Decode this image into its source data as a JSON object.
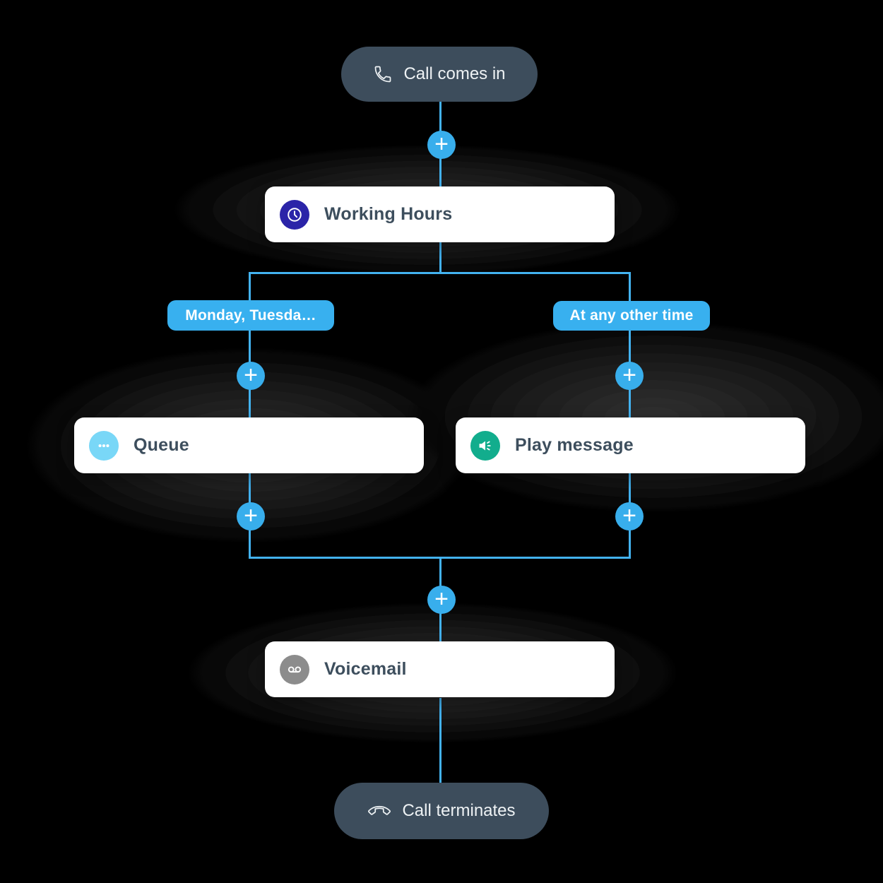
{
  "flow": {
    "entry": {
      "label": "Call comes in",
      "icon": "phone-icon"
    },
    "exit": {
      "label": "Call terminates",
      "icon": "phone-down-icon"
    },
    "add_button_label": "+",
    "nodes": [
      {
        "title": "Working Hours",
        "icon": "clock-icon",
        "icon_bg": "#2b24a8"
      },
      {
        "title": "Queue",
        "icon": "ellipsis-icon",
        "icon_bg": "#79d7f7"
      },
      {
        "title": "Play message",
        "icon": "megaphone-icon",
        "icon_bg": "#12ad8d"
      },
      {
        "title": "Voicemail",
        "icon": "voicemail-icon",
        "icon_bg": "#8c8c8c"
      }
    ],
    "branch_labels": [
      {
        "label": "Monday, Tuesda…"
      },
      {
        "label": "At any other time"
      }
    ]
  },
  "colors": {
    "background": "#000000",
    "accent_blue": "#38aeec",
    "connector_blue": "#43b2f0",
    "pill_dark": "#3d4d5c",
    "card_background": "#ffffff",
    "card_title_text": "#3d4e5d",
    "branch_label_background": "#38b0ef"
  }
}
